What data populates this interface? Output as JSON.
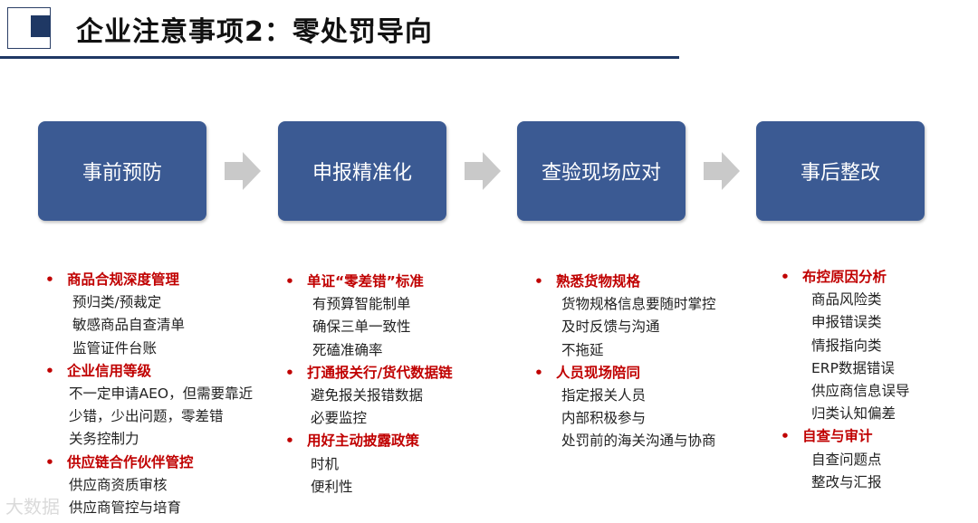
{
  "title": "企业注意事项2：零处罚导向",
  "stages": [
    {
      "label": "事前预防"
    },
    {
      "label": "申报精准化"
    },
    {
      "label": "查验现场应对"
    },
    {
      "label": "事后整改"
    }
  ],
  "columns": [
    {
      "groups": [
        {
          "heading": "商品合规深度管理",
          "items": [
            "预归类/预裁定",
            "敏感商品自查清单",
            "监管证件台账"
          ]
        },
        {
          "heading": "企业信用等级",
          "items": [
            "不一定申请AEO，但需要靠近",
            "少错，少出问题，零差错",
            " 关务控制力"
          ]
        },
        {
          "heading": "供应链合作伙伴管控",
          "items": [
            "供应商资质审核",
            "供应商管控与培育"
          ]
        }
      ]
    },
    {
      "groups": [
        {
          "heading": "单证“零差错”标准",
          "items": [
            "有预算智能制单",
            "确保三单一致性",
            "死磕准确率"
          ]
        },
        {
          "heading": "打通报关行/货代数据链",
          "items": [
            "避免报关报错数据",
            "必要监控"
          ]
        },
        {
          "heading": "用好主动披露政策",
          "items": [
            "时机",
            "便利性"
          ]
        }
      ]
    },
    {
      "groups": [
        {
          "heading": "熟悉货物规格",
          "items": [
            "货物规格信息要随时掌控",
            "及时反馈与沟通",
            "不拖延"
          ]
        },
        {
          "heading": "人员现场陪同",
          "items": [
            "指定报关人员",
            "内部积极参与",
            "处罚前的海关沟通与协商"
          ]
        }
      ]
    },
    {
      "groups": [
        {
          "heading": "布控原因分析",
          "items": [
            "商品风险类",
            "申报错误类",
            "情报指向类",
            "ERP数据错误",
            "供应商信息误导",
            "归类认知偏差"
          ]
        },
        {
          "heading": "自查与审计",
          "items": [
            "自查问题点",
            "整改与汇报"
          ]
        }
      ]
    }
  ],
  "watermark": "大数据"
}
